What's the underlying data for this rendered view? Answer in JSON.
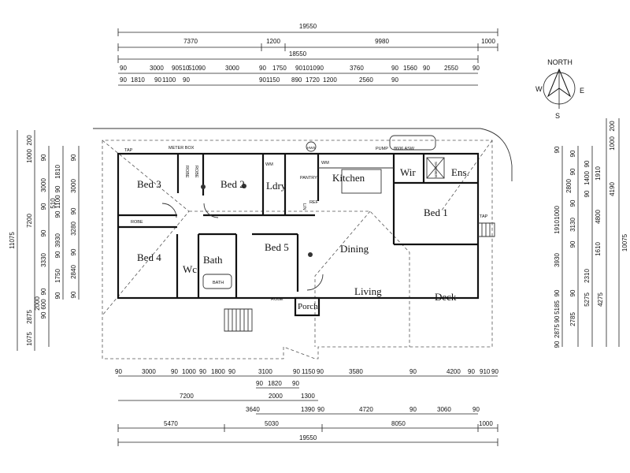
{
  "rooms": {
    "bed3": "Bed 3",
    "bed2": "Bed 2",
    "ldry": "Ldry",
    "kitchen": "Kitchen",
    "wir": "Wir",
    "ens": "Ens.",
    "bed1": "Bed 1",
    "bed4": "Bed 4",
    "bath": "Bath",
    "wc": "Wc",
    "bed5": "Bed 5",
    "dining": "Dining",
    "living": "Living",
    "deck": "Deck",
    "porch": "Porch"
  },
  "fixtures": {
    "tap_left": "TAP",
    "meter_box": "METER BOX",
    "robe_1": "ROBE",
    "robe_2": "ROBE",
    "robe_3": "ROBE",
    "robe_4": "ROBE",
    "wm": "WM",
    "pantry": "PANTRY",
    "wm2": "WM",
    "lin": "LIN",
    "ref": "REF",
    "pump": "PUMP",
    "asw": "8606 ASW",
    "tap_right": "TAP",
    "bath_fix": "BATH",
    "shower": "SHOWER",
    "hws": "HWS"
  },
  "top_dims": {
    "row1": [
      "19550"
    ],
    "row2": [
      "7370",
      "1200",
      "9980",
      "1000"
    ],
    "row3": [
      "18550"
    ],
    "row4": [
      "90",
      "3000",
      "90",
      "510",
      "510",
      "90",
      "3000",
      "90",
      "1750",
      "90",
      "1010",
      "90",
      "3760",
      "90",
      "1560",
      "90",
      "2550",
      "90"
    ],
    "row5": [
      "90",
      "1810",
      "90",
      "1100",
      "90",
      "90",
      "1150",
      "890",
      "1720",
      "1200",
      "2560",
      "90"
    ]
  },
  "bottom_dims": {
    "row1": [
      "90",
      "3000",
      "90",
      "1000",
      "90",
      "1800",
      "90",
      "3100",
      "90",
      "1150",
      "90",
      "3580",
      "90",
      "4200",
      "90",
      "910",
      "90"
    ],
    "row2": [
      "90",
      "1820",
      "90"
    ],
    "row3": [
      "7200",
      "2000",
      "1300"
    ],
    "row4": [
      "3640",
      "1390",
      "90",
      "4720",
      "90",
      "3060",
      "90"
    ],
    "row5": [
      "5470",
      "5030",
      "8050",
      "1000"
    ],
    "row6": [
      "19550"
    ]
  },
  "left_dims": {
    "outer": [
      "11075"
    ],
    "col2": [
      "200",
      "1000",
      "7200",
      "2875",
      "1075"
    ],
    "col3": [
      "90",
      "3000",
      "90",
      "90",
      "3330",
      "90",
      "600",
      "90"
    ],
    "col4": [
      "1810",
      "90",
      "1100",
      "90",
      "3930",
      "90",
      "1750",
      "90"
    ],
    "col5": [
      "90",
      "3000",
      "90",
      "3280",
      "90",
      "2840",
      "90"
    ],
    "misc": [
      "510",
      "2000"
    ]
  },
  "right_dims": {
    "outer": [
      "10075"
    ],
    "col1": [
      "200",
      "1000",
      "4190",
      "4275"
    ],
    "col2": [
      "1910",
      "90",
      "2800",
      "1400",
      "90",
      "4800",
      "1610",
      "5275"
    ],
    "col3": [
      "90",
      "1000",
      "90",
      "1910",
      "90",
      "3130",
      "90",
      "2310",
      "90",
      "2785"
    ],
    "col4": [
      "90",
      "3930",
      "90",
      "5185",
      "90",
      "2875",
      "90"
    ]
  },
  "compass": {
    "north": "NORTH",
    "w": "W",
    "e": "E",
    "s": "S"
  }
}
